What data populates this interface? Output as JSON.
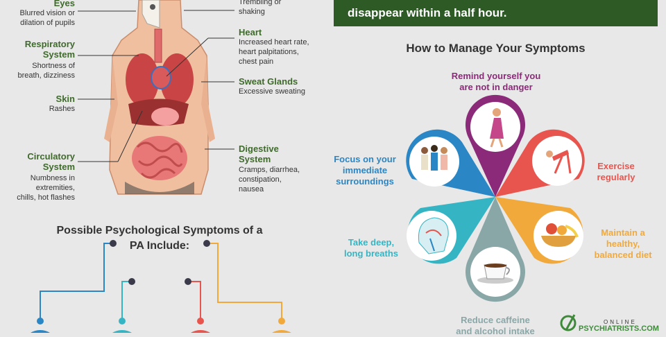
{
  "body": {
    "eyes": {
      "title": "Eyes",
      "desc": [
        "Blurred vision or",
        "dilation of pupils"
      ]
    },
    "respiratory": {
      "title": [
        "Respiratory",
        "System"
      ],
      "desc": [
        "Shortness of",
        "breath, dizziness"
      ]
    },
    "skin": {
      "title": "Skin",
      "desc": [
        "Rashes"
      ]
    },
    "circulatory": {
      "title": [
        "Circulatory",
        "System"
      ],
      "desc": [
        "Numbness in",
        "extremities,",
        "chills, hot flashes"
      ]
    },
    "trembling": {
      "desc": [
        "Trembling or",
        "shaking"
      ]
    },
    "heart": {
      "title": "Heart",
      "desc": [
        "Increased heart rate,",
        "heart palpitations,",
        "chest pain"
      ]
    },
    "sweat": {
      "title": "Sweat Glands",
      "desc": [
        "Excessive sweating"
      ]
    },
    "digestive": {
      "title": [
        "Digestive",
        "System"
      ],
      "desc": [
        "Cramps, diarrhea,",
        "constipation,",
        "nausea"
      ]
    }
  },
  "psych": {
    "title": [
      "Possible Psychological Symptoms of a",
      "PA Include:"
    ]
  },
  "banner": {
    "text": "disappear within a half hour."
  },
  "manage": {
    "title": "How to Manage Your Symptoms",
    "items": {
      "remind": [
        "Remind yourself you",
        "are not in danger"
      ],
      "exercise": [
        "Exercise",
        "regularly"
      ],
      "diet": [
        "Maintain a",
        "healthy,",
        "balanced diet"
      ],
      "caffeine": [
        "Reduce caffeine",
        "and alcohol intake"
      ],
      "breath": [
        "Take deep,",
        "long breaths"
      ],
      "focus": [
        "Focus on your",
        "immediate",
        "surroundings"
      ]
    }
  },
  "logo": {
    "top": "ONLINE",
    "main": "PSYCHIATRISTS.COM"
  },
  "colors": {
    "green": "#3e6b2a",
    "purple": "#8b2a78",
    "red": "#e8554e",
    "orange": "#f2a93b",
    "gray": "#8aa7a8",
    "teal": "#35b5c4",
    "blue": "#2a86c4"
  }
}
